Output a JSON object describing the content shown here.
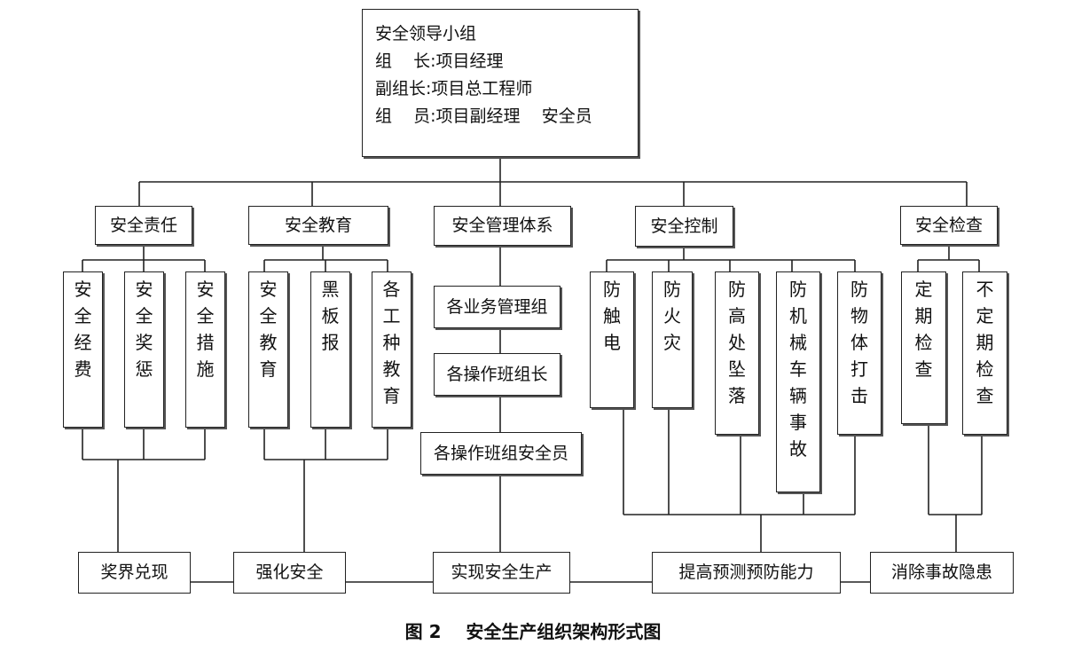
{
  "leader": {
    "lines": [
      "安全领导小组",
      "组    长:项目经理",
      "副组长:项目总工程师",
      "组    员:项目副经理    安全员"
    ]
  },
  "categories": [
    "安全责任",
    "安全教育",
    "安全管理体系",
    "安全控制",
    "安全检查"
  ],
  "responsibility_items": [
    [
      "安",
      "全",
      "经",
      "费"
    ],
    [
      "安",
      "全",
      "奖",
      "惩"
    ],
    [
      "安",
      "全",
      "措",
      "施"
    ]
  ],
  "education_items": [
    [
      "安",
      "全",
      "教",
      "育"
    ],
    [
      "黑",
      "板",
      "报"
    ],
    [
      "各",
      "工",
      "种",
      "教",
      "育"
    ]
  ],
  "management_chain": [
    "各业务管理组",
    "各操作班组长",
    "各操作班组安全员"
  ],
  "control_items": [
    [
      "防",
      "触",
      "电"
    ],
    [
      "防",
      "火",
      "灾"
    ],
    [
      "防",
      "高",
      "处",
      "坠",
      "落"
    ],
    [
      "防",
      "机",
      "械",
      "车",
      "辆",
      "事",
      "故"
    ],
    [
      "防",
      "物",
      "体",
      "打",
      "击"
    ]
  ],
  "inspection_items": [
    [
      "定",
      "期",
      "检",
      "查"
    ],
    [
      "不",
      "定",
      "期",
      "检",
      "查"
    ]
  ],
  "outcomes": [
    "奖界兑现",
    "强化安全",
    "实现安全生产",
    "提高预测预防能力",
    "消除事故隐患"
  ],
  "caption": "图 2    安全生产组织架构形式图"
}
